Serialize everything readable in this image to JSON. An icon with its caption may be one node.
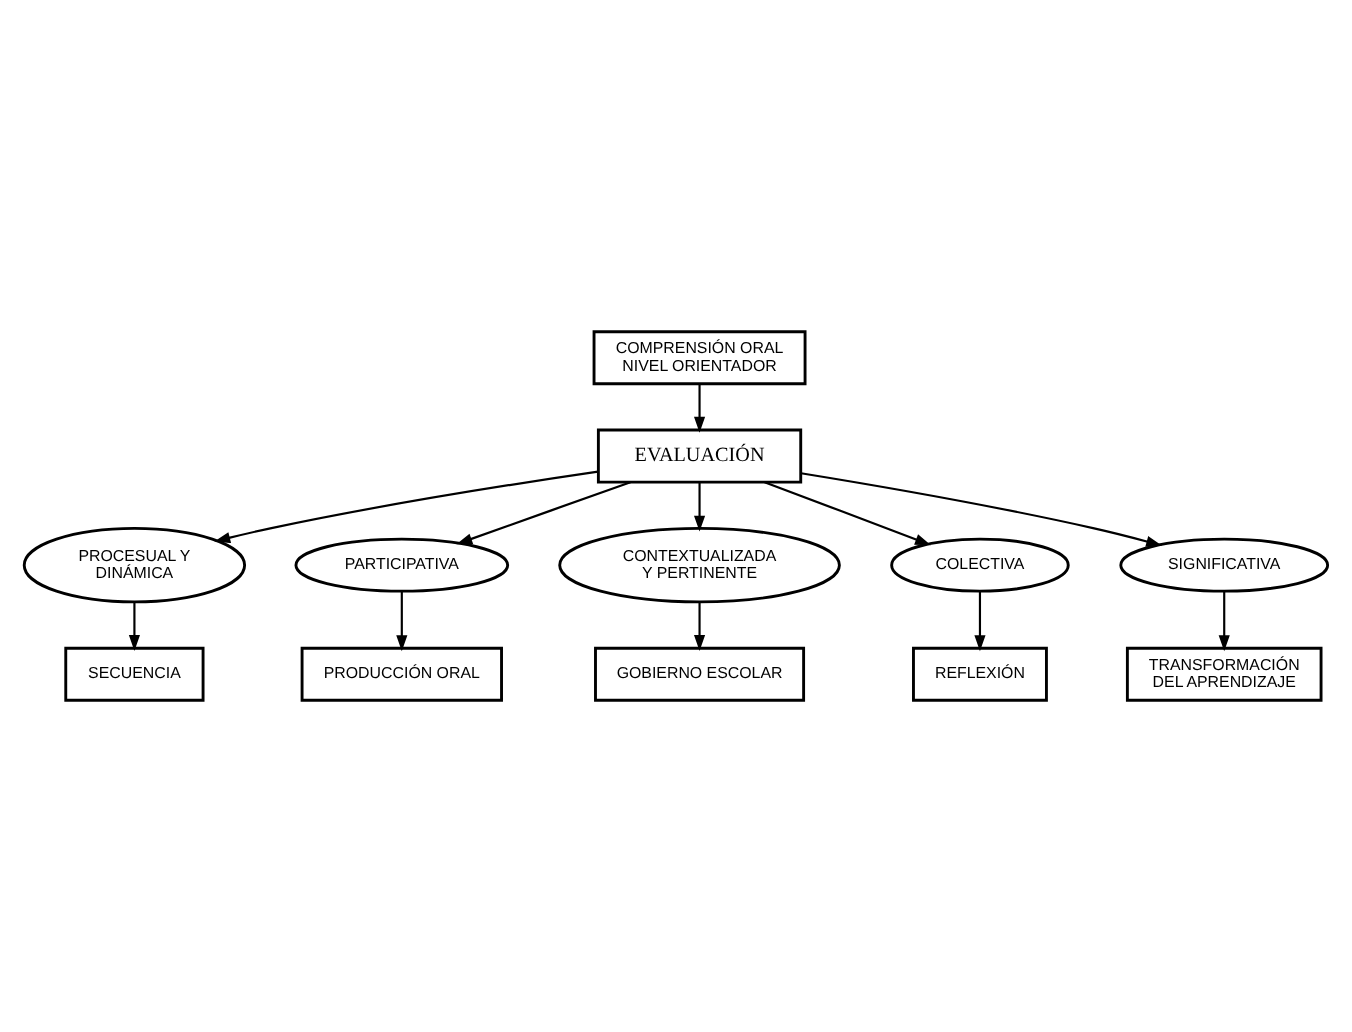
{
  "diagram": {
    "nodes": [
      {
        "text": [
          "COMPRENSIÓN ORAL NIVEL ORIENTADOR"
        ]
      },
      {
        "text": [
          "PROCESUAL Y DINÁMICA"
        ]
      },
      {
        "text": [
          "PARTICIPATIVA"
        ]
      },
      {
        "text": [
          "SECUENCIA"
        ]
      },
      {
        "text": [
          "EVALUACIÓN"
        ]
      },
      {
        "text": [
          "PRODUCCIÓN ORAL"
        ]
      },
      {
        "text": [
          "CONTEXTUALIZADA Y PERTINENTE"
        ]
      },
      {
        "text": [
          "COLECTIVA"
        ]
      },
      {
        "text": [
          "SIGNIFICATIVA"
        ]
      },
      {
        "text": [
          "GOBIERNO ESCOLAR"
        ]
      },
      {
        "text": [
          "REFLEXIÓN"
        ]
      },
      {
        "text": [
          "TRANSFORMACIÓN DEL APRENDIZAJE"
        ]
      }
    ],
    "edges": [
      {
        "from": 0,
        "to": 4,
        "arrow": "to"
      },
      {
        "from": 4,
        "to": 1,
        "arrow": "to"
      },
      {
        "from": 4,
        "to": 2,
        "arrow": "to"
      },
      {
        "from": 1,
        "to": 3,
        "arrow": "to"
      },
      {
        "from": 2,
        "to": 5,
        "arrow": "to"
      },
      {
        "from": 4,
        "to": 6,
        "arrow": "to"
      },
      {
        "from": 4,
        "to": 7,
        "arrow": "to"
      },
      {
        "from": 4,
        "to": 8,
        "arrow": "to"
      },
      {
        "from": 6,
        "to": 9,
        "arrow": "to"
      },
      {
        "from": 7,
        "to": 10,
        "arrow": "to"
      },
      {
        "from": 8,
        "to": 11,
        "arrow": "to"
      }
    ]
  }
}
